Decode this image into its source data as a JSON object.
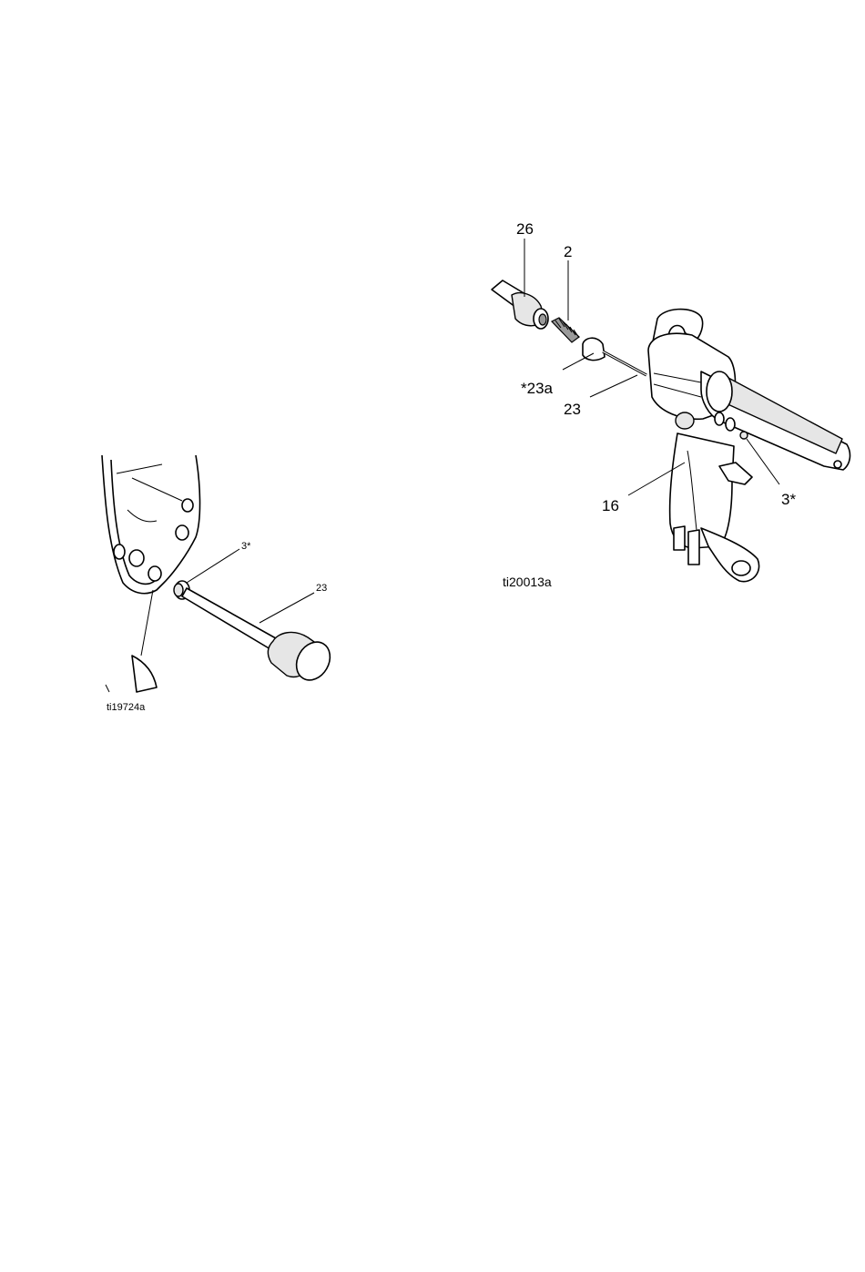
{
  "left_figure": {
    "figure_id": "ti19724a",
    "callouts": {
      "seal": "3*",
      "rod": "23"
    }
  },
  "right_figure": {
    "figure_id": "ti20013a",
    "callouts": {
      "fitting": "26",
      "spring": "2",
      "needle_seal": "*23a",
      "needle": "23",
      "seal": "3*",
      "handle": "16"
    }
  }
}
